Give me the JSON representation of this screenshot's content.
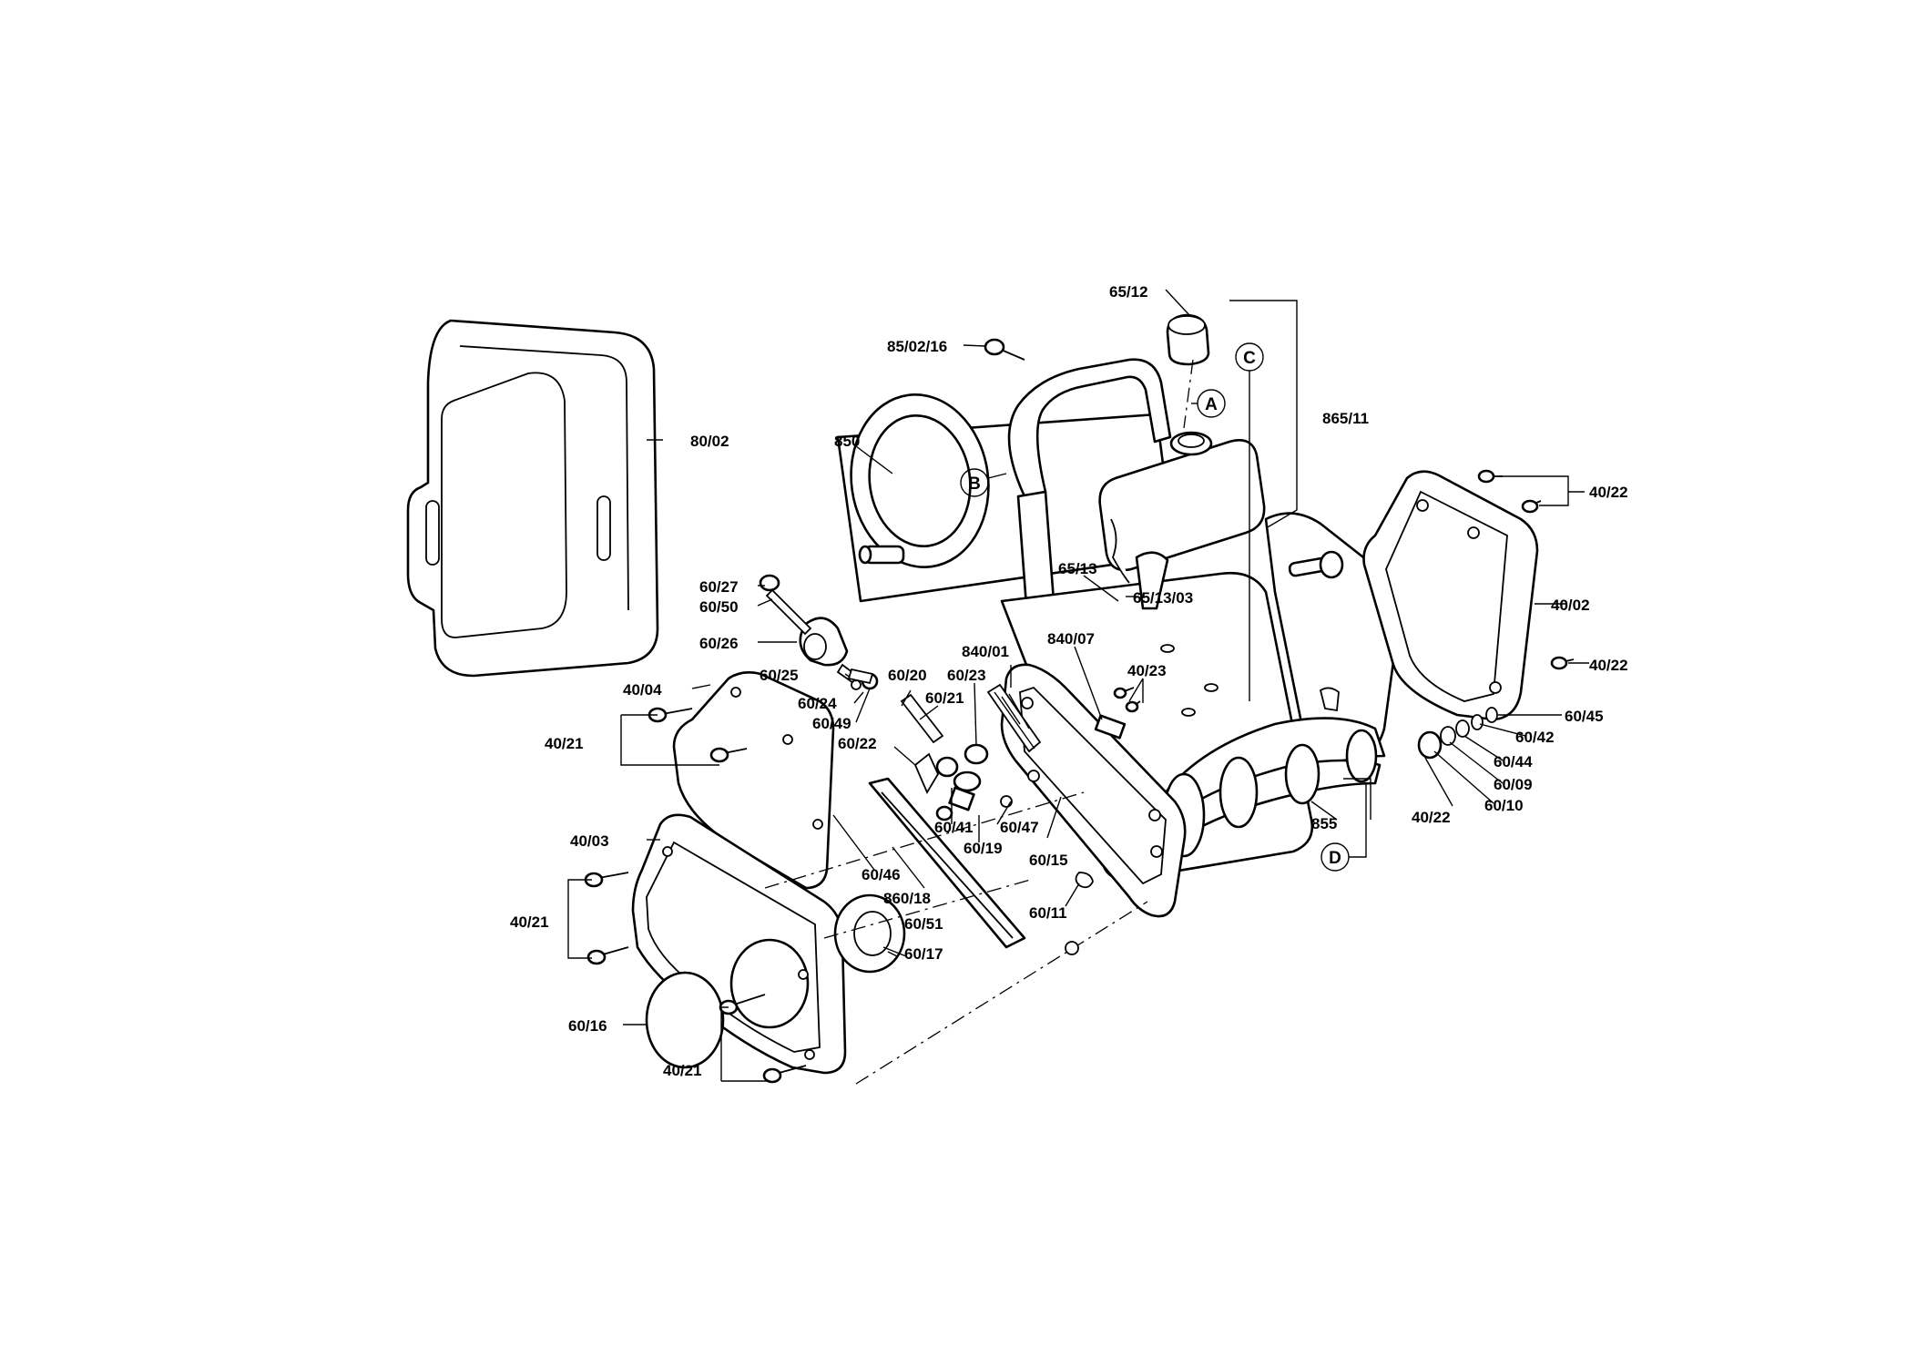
{
  "labels": {
    "p_65_12": "65/12",
    "p_85_02_16": "85/02/16",
    "p_865_11": "865/11",
    "p_80_02": "80/02",
    "p_850": "850",
    "p_40_22_a": "40/22",
    "p_40_02": "40/02",
    "p_40_22_b": "40/22",
    "p_60_27": "60/27",
    "p_60_50": "60/50",
    "p_60_26": "60/26",
    "p_65_13": "65/13",
    "p_65_13_03": "65/13/03",
    "p_840_01": "840/01",
    "p_840_07": "840/07",
    "p_60_25": "60/25",
    "p_60_20": "60/20",
    "p_60_23": "60/23",
    "p_40_23": "40/23",
    "p_60_24": "60/24",
    "p_60_21": "60/21",
    "p_40_04": "40/04",
    "p_60_49": "60/49",
    "p_40_21_a": "40/21",
    "p_60_22": "60/22",
    "p_60_45": "60/45",
    "p_60_42": "60/42",
    "p_60_44": "60/44",
    "p_60_09": "60/09",
    "p_60_10": "60/10",
    "p_40_22_c": "40/22",
    "p_855": "855",
    "p_60_41": "60/41",
    "p_60_47": "60/47",
    "p_60_19": "60/19",
    "p_40_03": "40/03",
    "p_60_15": "60/15",
    "p_60_46": "60/46",
    "p_60_11": "60/11",
    "p_860_18": "860/18",
    "p_40_21_b": "40/21",
    "p_60_51": "60/51",
    "p_60_17": "60/17",
    "p_60_16": "60/16",
    "p_40_21_c": "40/21"
  },
  "markers": {
    "a": "A",
    "b": "B",
    "c": "C",
    "d": "D"
  }
}
